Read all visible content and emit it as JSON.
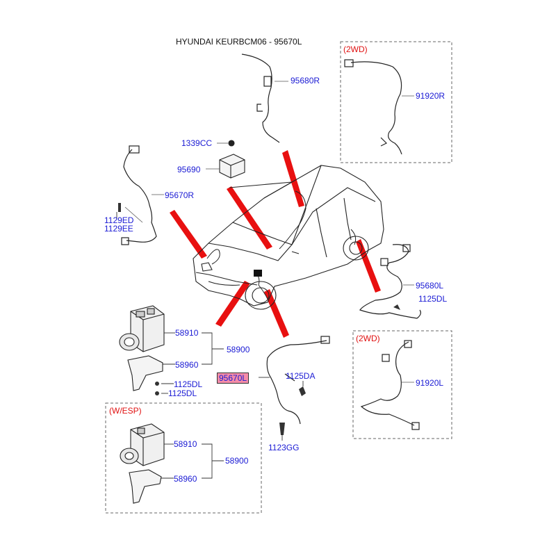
{
  "title": "HYUNDAI KEURBCM06 - 95670L",
  "section_labels": {
    "twowd_top": "(2WD)",
    "twowd_bottom": "(2WD)",
    "w_esp": "(W/ESP)"
  },
  "parts": {
    "p95680R": "95680R",
    "p91920R": "91920R",
    "p1339CC": "1339CC",
    "p95690": "95690",
    "p95670R": "95670R",
    "p1129ED": "1129ED",
    "p1129EE": "1129EE",
    "p95680L": "95680L",
    "p1125DL_right": "1125DL",
    "p58910": "58910",
    "p58900": "58900",
    "p58960": "58960",
    "p1125DL_a": "1125DL",
    "p1125DL_b": "1125DL",
    "p95670L": "95670L",
    "p1125DA": "1125DA",
    "p1123GG": "1123GG",
    "p91920L": "91920L",
    "p58910_esp": "58910",
    "p58900_esp": "58900",
    "p58960_esp": "58960"
  },
  "colors": {
    "label": "#1a1ad4",
    "section": "#e01010",
    "highlight": "#f58ca8",
    "pointer": "#e81010"
  }
}
